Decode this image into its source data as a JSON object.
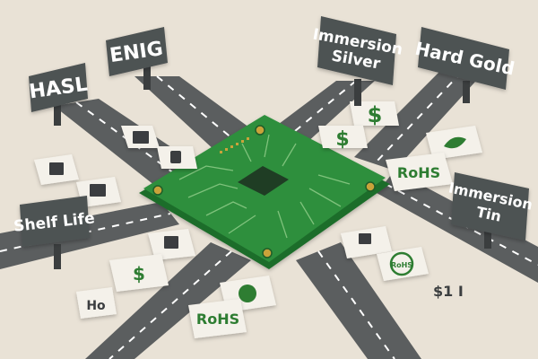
{
  "signs": {
    "hasl": "HASL",
    "enig": "ENIG",
    "immersion_silver": [
      "Immersion",
      "Silver"
    ],
    "hard_gold": "Hard Gold",
    "immersion_tin": [
      "Immersion",
      "Tin"
    ],
    "shelf_life": "Shelf Life"
  },
  "tiles": {
    "rohs_right": "RoHS",
    "rohs_bottom": "RoHS",
    "rohs_coin": "RoHS",
    "dollar_glyph": "$",
    "numeric_bottom_right": "$1 I",
    "numeric_bottom_left": "Ho"
  },
  "colors": {
    "background": "#e9e2d6",
    "road": "#5b5e5f",
    "sign": "#4e5253",
    "pcb": "#2f8f3e",
    "pcb_trace": "#7fc27c",
    "pad": "#c9a33a",
    "chip": "#1f3d24",
    "tile": "#f4f1ea",
    "accent_green": "#2e7d32"
  },
  "icons": [
    "calendar-icon",
    "hand-stamp-icon",
    "microchip-icon",
    "grid-calendar-icon",
    "dollar-icon",
    "leaf-icon",
    "box-icon",
    "network-icon",
    "coin-icon",
    "shield-icon"
  ]
}
